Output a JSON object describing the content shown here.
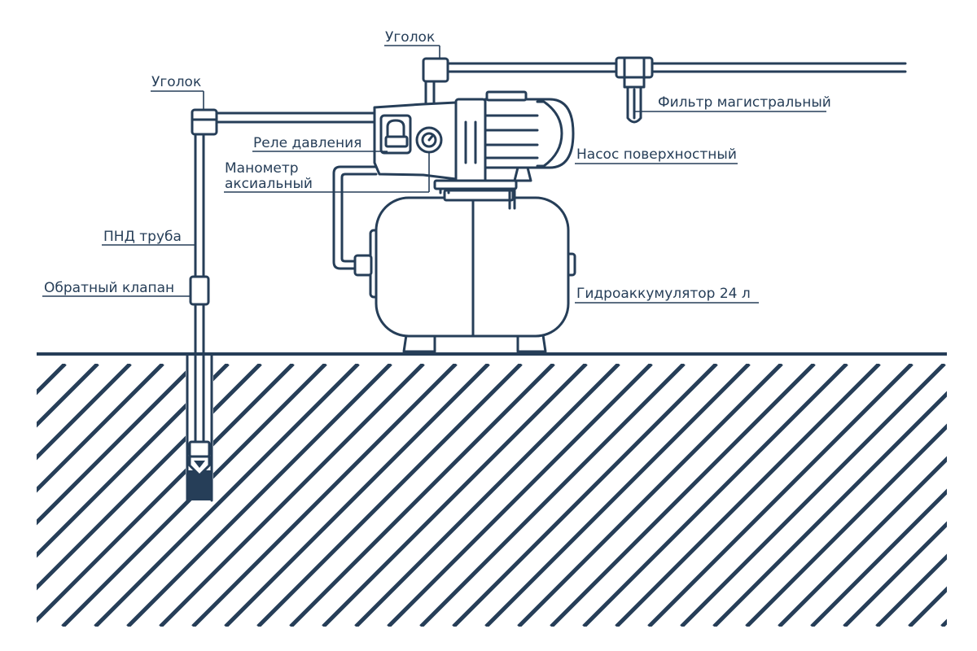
{
  "colors": {
    "ink": "#263e58",
    "background": "#ffffff"
  },
  "labels": {
    "corner_left": "Уголок",
    "corner_top": "Уголок",
    "filter": "Фильтр магистральный",
    "pressure_relay": "Реле давления",
    "manometer_line1": "Манометр",
    "manometer_line2": "аксиальный",
    "surface_pump": "Насос поверхностный",
    "hdpe_pipe": "ПНД труба",
    "check_valve": "Обратный клапан",
    "accumulator": "Гидроаккумулятор 24 л"
  }
}
